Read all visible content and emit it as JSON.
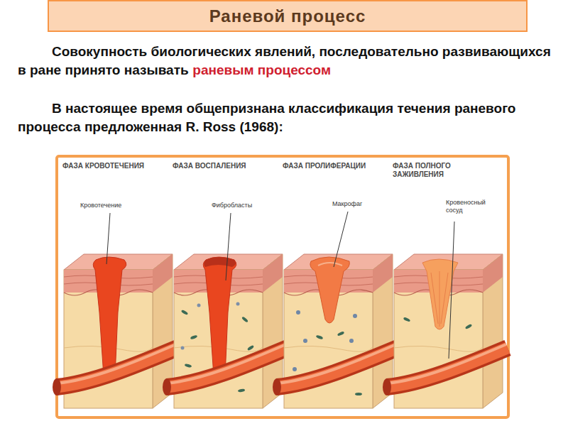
{
  "diagram": {
    "title": "Раневой процесс",
    "nodes": [
      {
        "text": [
          "ФАЗА КРОВОТЕЧЕНИЯ"
        ]
      },
      {
        "text": [
          "ФАЗА ВОСПАЛЕНИЯ"
        ]
      },
      {
        "text": [
          "ФАЗА ПРОЛИФЕРАЦИИ"
        ]
      },
      {
        "text": [
          "ФАЗА ПОЛНОГО ЗАЖИВЛЕНИЯ"
        ]
      }
    ],
    "labels": [
      "Совокупность биологических явлений, последовательно развивающихся в ране принято называть",
      "раневым процессом",
      "В настоящее время общепризнана классификация течения раневого процесса предложенная R. Ross (1968):",
      "Кровотечение",
      "Фибробласты",
      "Макрофаг",
      "Кровеносный сосуд"
    ]
  }
}
